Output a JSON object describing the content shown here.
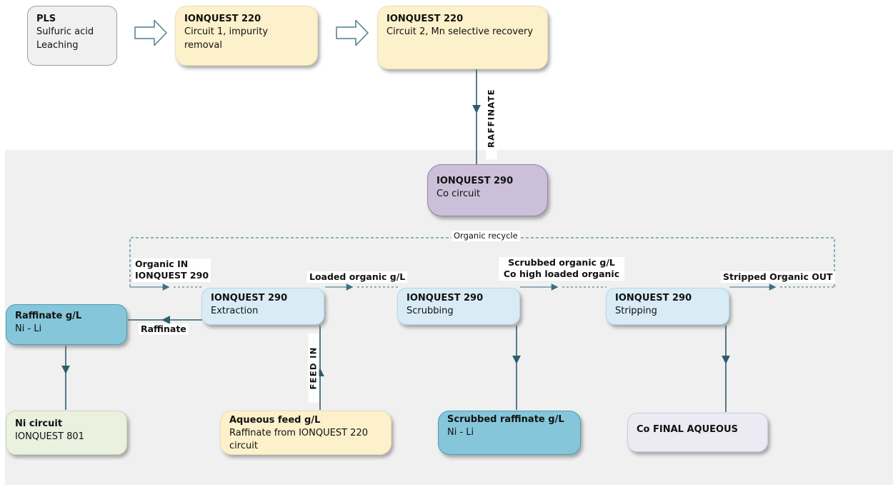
{
  "nodes": {
    "pls": {
      "title": "PLS",
      "body": "Sulfuric acid\nLeaching"
    },
    "iq220_circuit1": {
      "title": "IONQUEST 220",
      "body": "Circuit 1, impurity removal"
    },
    "iq220_circuit2": {
      "title": "IONQUEST 220",
      "body": "Circuit 2, Mn selective recovery"
    },
    "iq290_co_circuit": {
      "title": "IONQUEST 290",
      "body": "Co circuit"
    },
    "iq290_extraction": {
      "title": "IONQUEST 290",
      "body": "Extraction"
    },
    "iq290_scrubbing": {
      "title": "IONQUEST 290",
      "body": "Scrubbing"
    },
    "iq290_stripping": {
      "title": "IONQUEST 290",
      "body": "Stripping"
    },
    "raffinate_gl": {
      "title": "Raffinate g/L",
      "body": "Ni - Li"
    },
    "ni_circuit": {
      "title": "Ni circuit",
      "body": "IONQUEST 801"
    },
    "aqueous_feed": {
      "title": "Aqueous feed g/L",
      "body": "Raffinate from IONQUEST 220 circuit"
    },
    "scrubbed_raffinate": {
      "title": "Scrubbed raffinate g/L",
      "body": "Ni - Li"
    },
    "co_final_aqueous": {
      "title": "Co FINAL AQUEOUS"
    }
  },
  "flow_labels": {
    "raffinate_vertical": "RAFFINATE",
    "organic_recycle": "Organic recycle",
    "organic_in": "Organic IN\nIONQUEST 290",
    "loaded_organic": "Loaded organic g/L",
    "scrubbed_organic": "Scrubbed organic g/L\nCo high loaded organic",
    "stripped_organic": "Stripped Organic OUT",
    "raffinate_horizontal": "Raffinate",
    "feed_in": "FEED IN"
  },
  "colors": {
    "cream_box": "#fcf1cb",
    "gray_box": "#f0f0f0",
    "purple_box": "#cbbfd9",
    "light_blue_box": "#d9ecf6",
    "teal_box": "#85c6da",
    "green_box": "#eaf1de",
    "lavender_box": "#eceaf2",
    "solid_line": "#2d5d6d",
    "dashed_line": "#58869a",
    "background_band": "#f0f0f1"
  }
}
